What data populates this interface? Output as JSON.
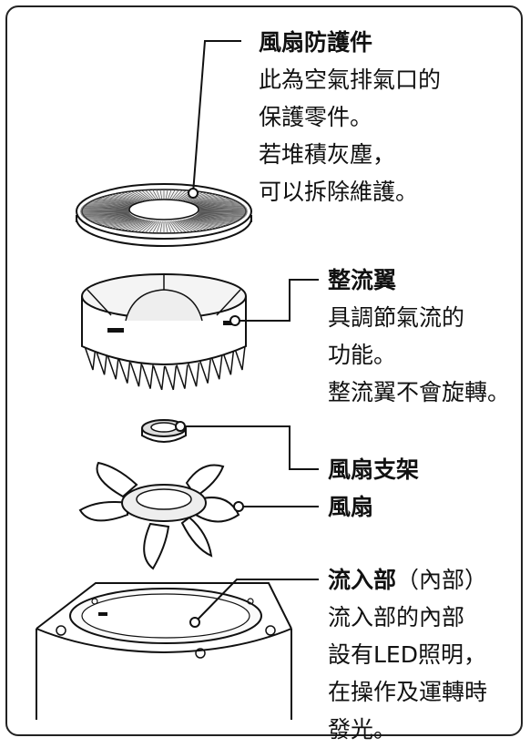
{
  "parts": {
    "fan_guard": {
      "title": "風扇防護件",
      "lines": [
        "此為空氣排氣口的",
        "保護零件。",
        "若堆積灰塵，",
        "可以拆除維護。"
      ]
    },
    "rectifier": {
      "title": "整流翼",
      "lines": [
        "具調節氣流的",
        "功能。",
        "整流翼不會旋轉。"
      ]
    },
    "fan_holder": {
      "title": "風扇支架"
    },
    "fan": {
      "title": "風扇"
    },
    "intake": {
      "title": "流入部",
      "title_suffix": "（內部）",
      "lines": [
        "流入部的內部",
        "設有LED照明，",
        "在操作及運轉時",
        "發光。"
      ]
    }
  }
}
